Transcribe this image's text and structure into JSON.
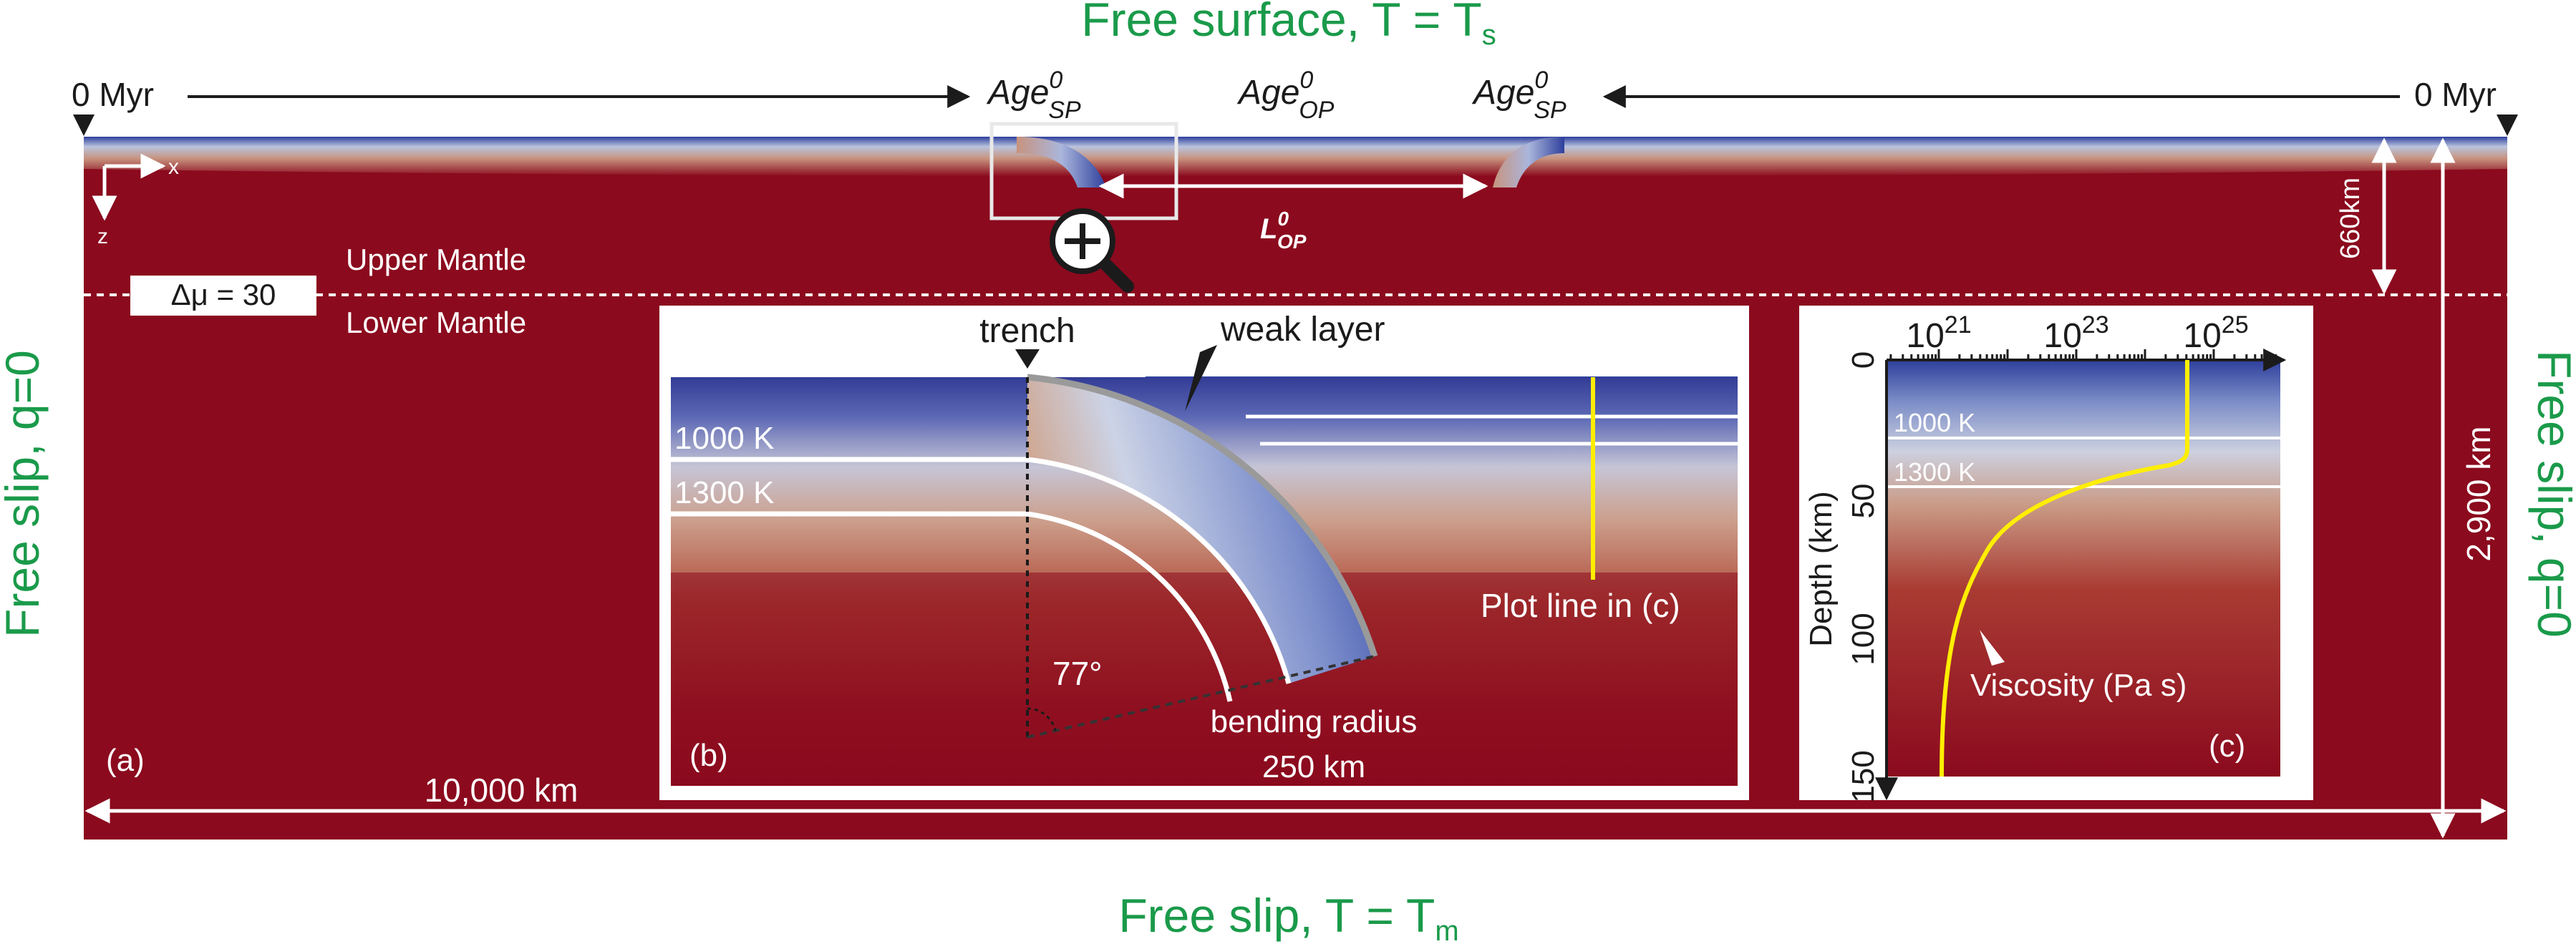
{
  "boundaries": {
    "top_main": "Free surface, T = T",
    "top_sub": "s",
    "bottom_main": "Free slip, T = T",
    "bottom_sub": "m",
    "left": "Free slip, q=0",
    "right": "Free slip, q=0"
  },
  "age_labels": {
    "left_myr": "0 Myr",
    "right_myr": "0 Myr",
    "age_base": "Age",
    "age_sup": "0",
    "sp_sub": "SP",
    "op_sub": "OP"
  },
  "panel_a": {
    "label": "(a)",
    "axis_x": "x",
    "axis_z": "z",
    "l_op_base": "L",
    "l_op_sup": "0",
    "l_op_sub": "OP",
    "upper_mantle": "Upper Mantle",
    "lower_mantle": "Lower Mantle",
    "viscosity_jump": "Δμ  =  30",
    "depth_660": "660km",
    "depth_total": "2,900 km",
    "width_total": "10,000 km"
  },
  "panel_b": {
    "label": "(b)",
    "trench": "trench",
    "weak_layer": "weak layer",
    "iso_1000": "1000 K",
    "iso_1300": "1300 K",
    "plot_line": "Plot line in (c)",
    "angle": "77°",
    "bending_line1": "bending radius",
    "bending_line2": "250 km"
  },
  "panel_c": {
    "label": "(c)",
    "ylabel": "Depth (km)",
    "xticks": [
      {
        "base": "10",
        "exp": "21"
      },
      {
        "base": "10",
        "exp": "23"
      },
      {
        "base": "10",
        "exp": "25"
      }
    ],
    "yticks": [
      "0",
      "50",
      "100",
      "150"
    ],
    "iso_1000": "1000 K",
    "iso_1300": "1300 K",
    "curve_label": "Viscosity (Pa s)"
  },
  "colors": {
    "mantle": "#8b0a1e",
    "cold": "#2e3f9c",
    "text_green": "#1a9a4a",
    "profile": "#ffee00"
  }
}
